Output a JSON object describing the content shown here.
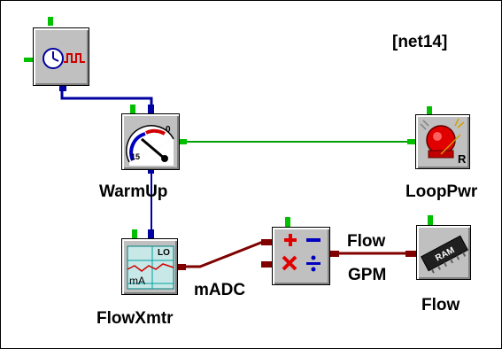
{
  "diagram": {
    "net_label": "[net14]",
    "blocks": {
      "clock": {
        "icon": "clock-pulse-icon"
      },
      "warmup": {
        "label": "WarmUp",
        "icon": "gauge-icon",
        "gauge_mark_0": "0",
        "gauge_mark_15": "15"
      },
      "looppwr": {
        "label": "LoopPwr",
        "icon": "alarm-bell-icon",
        "badge": "R"
      },
      "flowxmtr": {
        "label": "FlowXmtr",
        "icon": "trend-icon",
        "lo_text": "LO",
        "unit_text": "mA"
      },
      "math": {
        "icon": "arithmetic-icon"
      },
      "flow_ram": {
        "label": "Flow",
        "icon": "ram-chip-icon",
        "chip_text": "RAM"
      }
    },
    "wire_labels": {
      "madc": "mADC",
      "flow": "Flow",
      "gpm": "GPM"
    },
    "colors": {
      "wire_blue": "#0000a0",
      "wire_green": "#00a000",
      "wire_red": "#800000",
      "port_green": "#00c000",
      "block_face": "#c0c0c0"
    }
  }
}
